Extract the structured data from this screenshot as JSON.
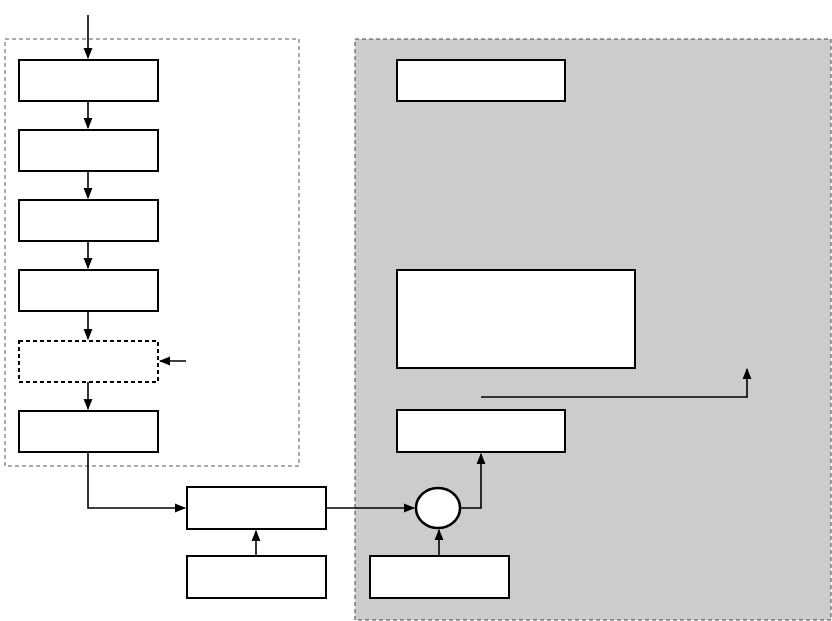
{
  "colors": {
    "background": "#ffffff",
    "shaded_region": "#cccccc",
    "stroke": "#000000"
  },
  "diagram": {
    "left_group": {
      "blocks": [
        {
          "id": "block-1",
          "label": ""
        },
        {
          "id": "block-2",
          "label": ""
        },
        {
          "id": "block-3",
          "label": ""
        },
        {
          "id": "block-4",
          "label": ""
        },
        {
          "id": "block-5-dashed",
          "label": ""
        },
        {
          "id": "block-6",
          "label": ""
        }
      ]
    },
    "middle": {
      "combiner_block": {
        "label": ""
      },
      "combiner_input_block": {
        "label": ""
      }
    },
    "right_group": {
      "top_block": {
        "label": ""
      },
      "large_block": {
        "label": ""
      },
      "output_block": {
        "label": ""
      },
      "summing_node": {
        "label": ""
      },
      "node_input_block": {
        "label": ""
      }
    }
  }
}
